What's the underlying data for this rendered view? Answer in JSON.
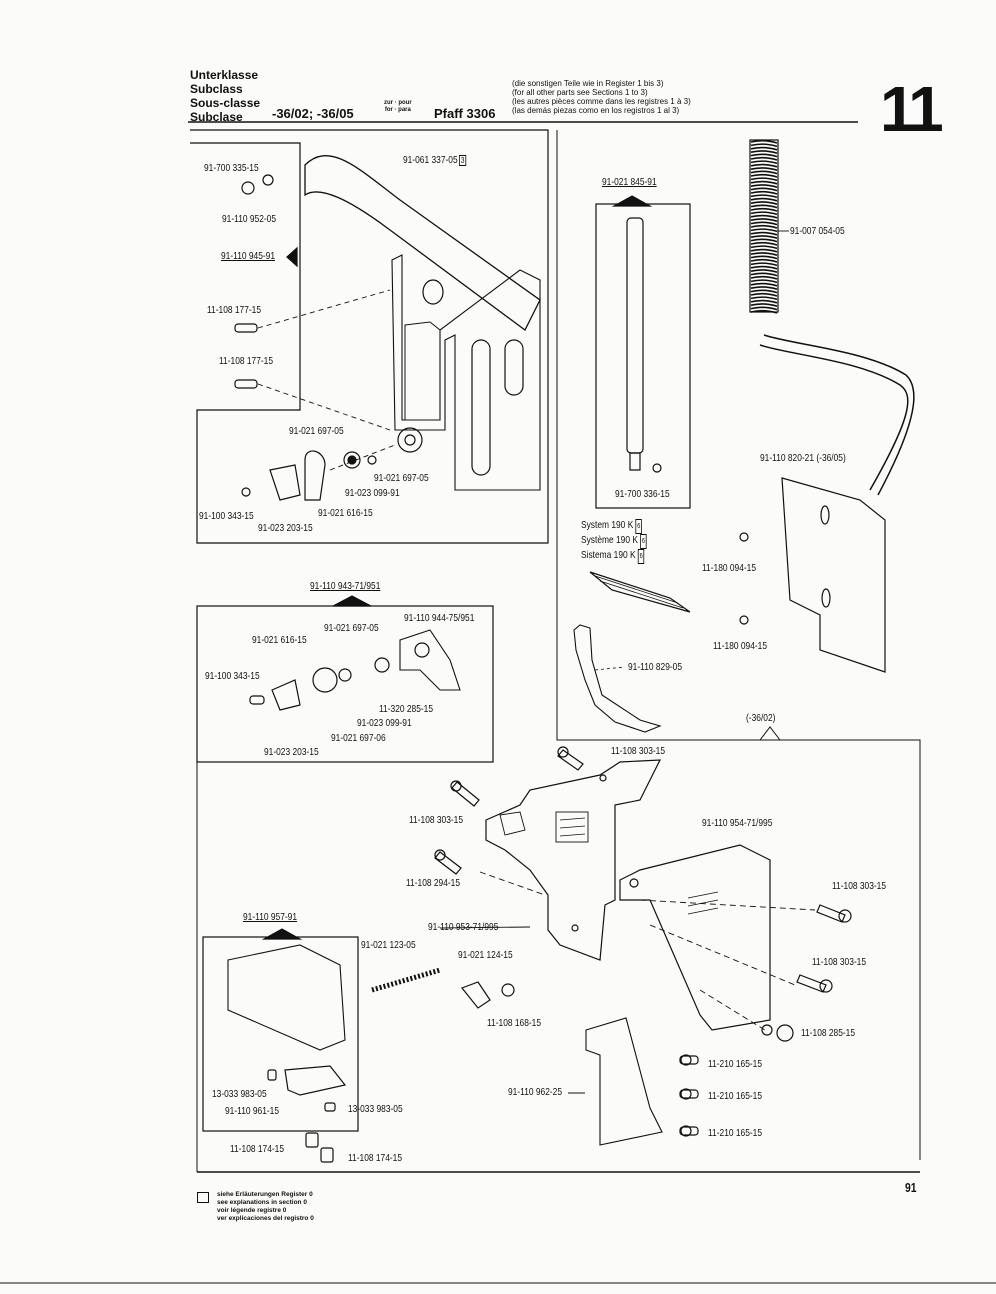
{
  "header": {
    "labels": [
      "Unterklasse",
      "Subclass",
      "Sous-classe",
      "Subclase"
    ],
    "subclass_codes": "-36/02; -36/05",
    "zur_pour": "zur · pour",
    "for_para": "for · para",
    "model": "Pfaff 3306",
    "notes": [
      "(die sonstigen Teile wie in Register 1 bis 3)",
      "(for all other parts see Sections 1 to 3)",
      "(les autres pièces comme dans les registres 1 à 3)",
      "(las demás piezas como en los registros 1 al 3)"
    ],
    "section_number": "11"
  },
  "parts": {
    "p1": "91-700 335-15",
    "p2": "91-110 952-05",
    "p3": "91-110 945-91",
    "p4": "11-108 177-15",
    "p5": "11-108 177-15",
    "p6": "91-061 337-05",
    "p7": "91-021 697-05",
    "p8": "91-021 697-05",
    "p9": "91-023 099-91",
    "p10": "91-021 616-15",
    "p11": "91-100 343-15",
    "p12": "91-023 203-15",
    "p13": "91-110 943-71/951",
    "p14": "91-110 944-75/951",
    "p15": "91-021 697-05",
    "p16": "91-021 616-15",
    "p17": "91-100 343-15",
    "p18": "11-320 285-15",
    "p19": "91-023 099-91",
    "p20": "91-021 697-06",
    "p21": "91-023 203-15",
    "p22": "91-021 845-91",
    "p23": "91-700 336-15",
    "p24": "91-007 054-05",
    "p25": "91-110 820-21 (-36/05)",
    "p26": "11-180 094-15",
    "p27": "11-180 094-15",
    "p28": "91-110 829-05",
    "p29": "(-36/02)",
    "p30": "11-108 303-15",
    "p31": "11-108 303-15",
    "p32": "11-108 294-15",
    "p33": "91-110 954-71/995",
    "p34": "11-108 303-15",
    "p35": "11-108 303-15",
    "p36": "91-110 953-71/995",
    "p37": "91-021 123-05",
    "p38": "91-021 124-15",
    "p39": "11-108 168-15",
    "p40": "91-110 957-91",
    "p41": "11-108 285-15",
    "p42": "11-210 165-15",
    "p43": "11-210 165-15",
    "p44": "11-210 165-15",
    "p45": "91-110 962-25",
    "p46": "13-033 983-05",
    "p47": "91-110 961-15",
    "p48": "13-033 983-05",
    "p49": "11-108 174-15",
    "p50": "11-108 174-15"
  },
  "system": {
    "lines": [
      "System   190 K",
      "Système 190 K",
      "Sistema  190 K"
    ],
    "box_number": "6"
  },
  "ref_box_number": "3",
  "footer": {
    "notes": [
      "siehe Erläuterungen Register 0",
      "see explanations in section 0",
      "voir légende registre 0",
      "ver explicaciones del registro 0"
    ],
    "page_number": "91"
  }
}
